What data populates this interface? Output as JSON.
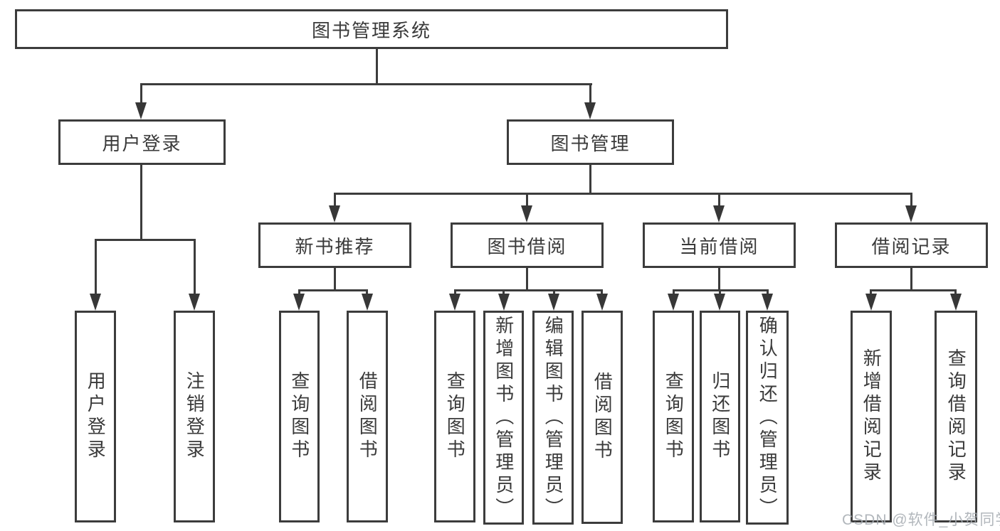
{
  "colors": {
    "line": "#3c3c3c",
    "text": "#3a3a3a",
    "background": "#ffffff",
    "watermark": "#a5aab0"
  },
  "tree": {
    "root": {
      "label": "图书管理系统"
    },
    "branches": [
      {
        "label": "用户登录",
        "children": [
          {
            "label": "用户登录"
          },
          {
            "label": "注销登录"
          }
        ]
      },
      {
        "label": "图书管理",
        "children": [
          {
            "label": "新书推荐",
            "children": [
              {
                "label": "查询图书"
              },
              {
                "label": "借阅图书"
              }
            ]
          },
          {
            "label": "图书借阅",
            "children": [
              {
                "label": "查询图书"
              },
              {
                "label": "新增图书（管理员）"
              },
              {
                "label": "编辑图书（管理员）"
              },
              {
                "label": "借阅图书"
              }
            ]
          },
          {
            "label": "当前借阅",
            "children": [
              {
                "label": "查询图书"
              },
              {
                "label": "归还图书"
              },
              {
                "label": "确认归还（管理员）"
              }
            ]
          },
          {
            "label": "借阅记录",
            "children": [
              {
                "label": "新增借阅记录"
              },
              {
                "label": "查询借阅记录"
              }
            ]
          }
        ]
      }
    ]
  },
  "watermark": {
    "text": "CSDN @软件_小贺同学"
  }
}
